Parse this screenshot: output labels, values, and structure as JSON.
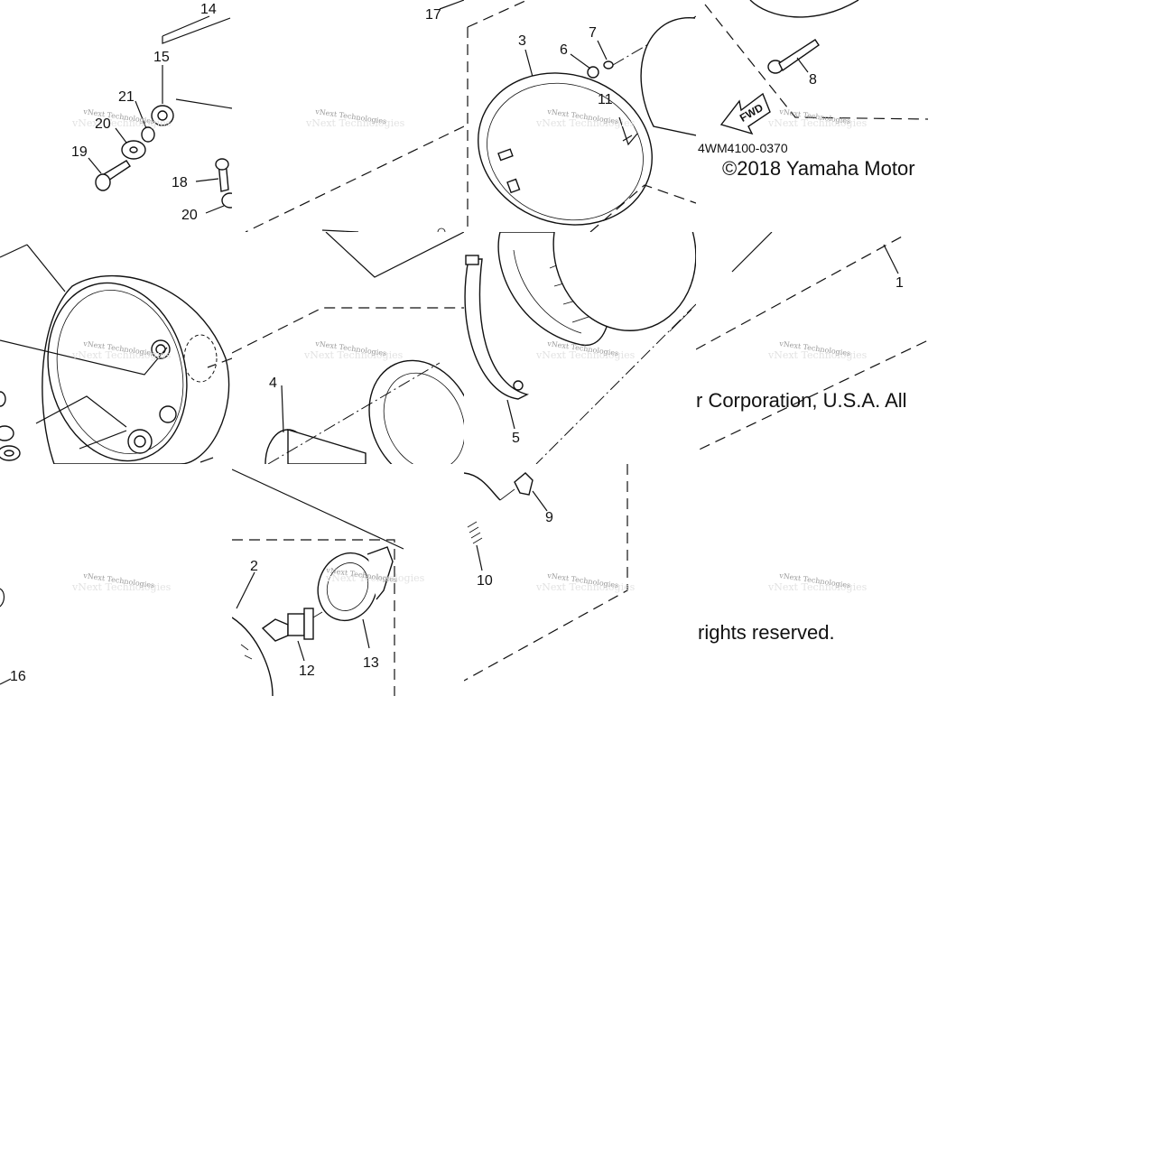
{
  "diagram": {
    "watermark": "vNext Technologies",
    "drawing_code": "4WM4100-0370",
    "direction_badge": "FWD",
    "copyright_lines": [
      "©2018 Yamaha Motor",
      "r Corporation, U.S.A. All",
      "rights reserved."
    ],
    "callouts": {
      "c1": "1",
      "c2": "2",
      "c3": "3",
      "c4": "4",
      "c5": "5",
      "c6": "6",
      "c7": "7",
      "c8": "8",
      "c9": "9",
      "c10": "10",
      "c11": "11",
      "c12": "12",
      "c13": "13",
      "c14": "14",
      "c15": "15",
      "c16": "16",
      "c17": "17",
      "c18": "18",
      "c19": "19",
      "c20a": "20",
      "c20b": "20",
      "c21": "21"
    }
  }
}
